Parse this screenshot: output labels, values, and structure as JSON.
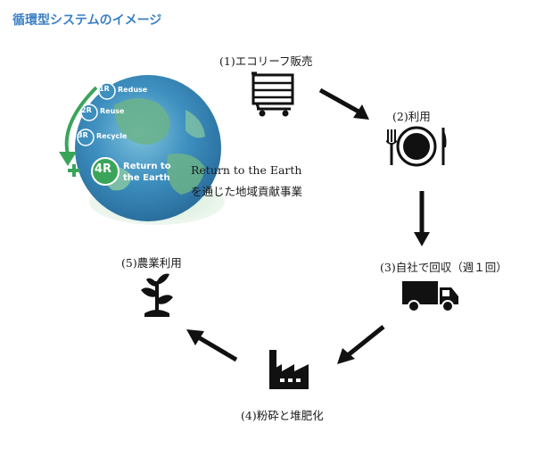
{
  "title": "循環型システムのイメージ",
  "globe": {
    "r1": "1R",
    "r1_label": "Reduse",
    "r2": "2R",
    "r2_label": "Reuse",
    "r3": "3R",
    "r3_label": "Recycle",
    "r4": "4R",
    "r4_label_line1": "Return to",
    "r4_label_line2": "the Earth",
    "caption_line1": "Return to the Earth",
    "caption_line2": "を通じた地域貢献事業"
  },
  "steps": [
    {
      "label": "(1)エコリーフ販売",
      "icon": "shopping-cart-icon"
    },
    {
      "label": "(2)利用",
      "icon": "plate-fork-knife-icon"
    },
    {
      "label": "(3)自社で回収（週１回）",
      "icon": "delivery-truck-icon"
    },
    {
      "label": "(4)粉砕と堆肥化",
      "icon": "factory-icon"
    },
    {
      "label": "(5)農業利用",
      "icon": "sprout-icon"
    }
  ],
  "colors": {
    "title": "#3b7fc4",
    "arrow": "#111111",
    "globe_blue": "#3d8fbf",
    "globe_green": "#6bb38a",
    "accent_green": "#3aa55a"
  }
}
